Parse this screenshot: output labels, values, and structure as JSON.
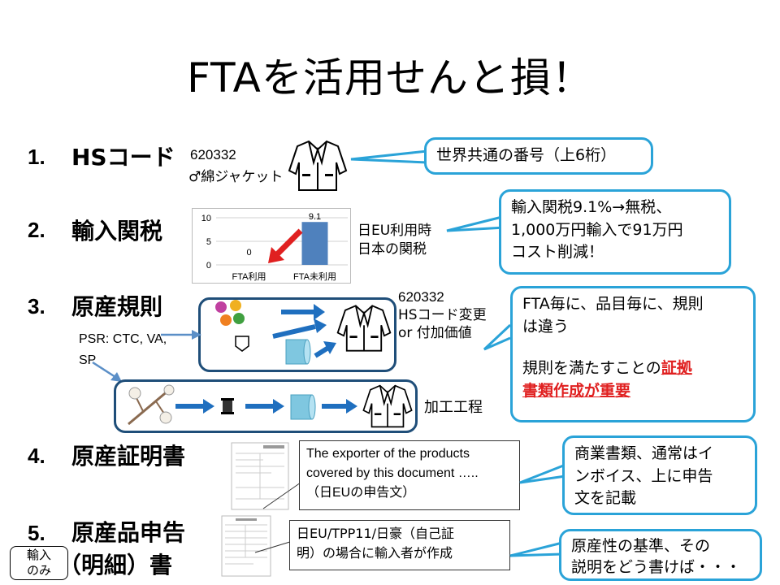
{
  "slide": {
    "title": "FTAを活用せんと損！"
  },
  "items": [
    {
      "num": "1.",
      "label": "HSコード"
    },
    {
      "num": "2.",
      "label": "輸入関税"
    },
    {
      "num": "3.",
      "label": "原産規則"
    },
    {
      "num": "4.",
      "label": "原産証明書"
    },
    {
      "num": "5.",
      "label": "原産品申告"
    },
    {
      "label2": "（明細）書"
    }
  ],
  "hs": {
    "code": "620332",
    "desc": "♂綿ジャケット"
  },
  "callouts": {
    "c1": "世界共通の番号（上6桁）",
    "c2": [
      "輸入関税9.1%→無税、",
      "1,000万円輸入で91万円",
      "コスト削減！"
    ],
    "c3": [
      "FTA毎に、品目毎に、規則",
      "は違う"
    ],
    "c3b_pre": "規則を満たすことの",
    "c3b_red1": "証拠",
    "c3b_red2": "書類作成が重要",
    "c4": [
      "商業書類、通常はイ",
      "ンボイス、上に申告",
      "文を記載"
    ],
    "c5": [
      "原産性の基準、その",
      "説明をどう書けば・・・"
    ]
  },
  "tariff_note": [
    "日EU利用時",
    "日本の関税"
  ],
  "rule": {
    "code": "620332",
    "line1": "HSコード変更",
    "line2": "or 付加価値",
    "psr1": "PSR: CTC, VA,",
    "psr2": "SP",
    "process": "加工工程"
  },
  "cert": {
    "text1": "The exporter of the products",
    "text2": "covered by this document …..",
    "text3": "（日EUの申告文）"
  },
  "decl": {
    "text1": "日EU/TPP11/日豪（自己証",
    "text2": "明）の場合に輸入者が作成"
  },
  "badge": {
    "line1": "輸入",
    "line2": "のみ"
  },
  "chart_data": {
    "type": "bar",
    "categories": [
      "FTA利用",
      "FTA未利用"
    ],
    "values": [
      0,
      9.1
    ],
    "ylim": [
      0,
      10
    ],
    "yticks": [
      "0",
      "5",
      "10"
    ],
    "data_labels": [
      "0",
      "9.1"
    ],
    "bar_color": "#4f81bd"
  },
  "colors": {
    "callout_border": "#2aa3d8",
    "arrow_blue": "#1f6fbf",
    "process_border": "#1f4e79",
    "red": "#e02020"
  }
}
